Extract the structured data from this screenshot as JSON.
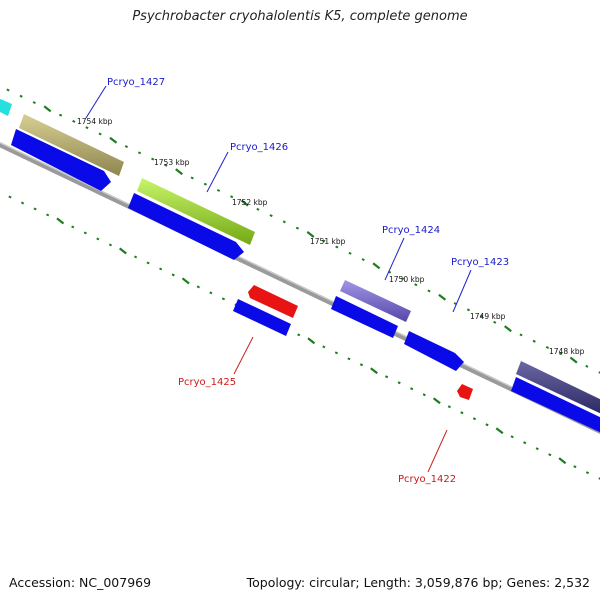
{
  "title": "Psychrobacter cryohalolentis K5, complete genome",
  "footer": {
    "accession": "Accession: NC_007969",
    "summary": "Topology: circular; Length: 3,059,876 bp; Genes: 2,532"
  },
  "scale_marks": [
    "1754 kbp",
    "1753 kbp",
    "1752 kbp",
    "1751 kbp",
    "1750 kbp",
    "1749 kbp",
    "1748 kbp"
  ],
  "features": [
    {
      "id": "Pcryo_1427",
      "label": "Pcryo_1427",
      "strand": "forward",
      "label_color": "#0000cc"
    },
    {
      "id": "Pcryo_1426",
      "label": "Pcryo_1426",
      "strand": "forward",
      "label_color": "#0000cc"
    },
    {
      "id": "Pcryo_1425",
      "label": "Pcryo_1425",
      "strand": "reverse",
      "label_color": "#cc0000"
    },
    {
      "id": "Pcryo_1424",
      "label": "Pcryo_1424",
      "strand": "forward",
      "label_color": "#0000cc"
    },
    {
      "id": "Pcryo_1423",
      "label": "Pcryo_1423",
      "strand": "forward",
      "label_color": "#0000cc"
    },
    {
      "id": "Pcryo_1422",
      "label": "Pcryo_1422",
      "strand": "reverse",
      "label_color": "#cc0000"
    }
  ],
  "colors": {
    "backbone": "#888888",
    "cds_forward": "#0000ee",
    "cds_reverse": "#ee0000",
    "tick": "#1a7a1a",
    "olive": "#b5ad6c",
    "lime": "#9ad61c",
    "violet": "#7766cc",
    "navy": "#3d3a7a",
    "cyan": "#22e0e0"
  }
}
